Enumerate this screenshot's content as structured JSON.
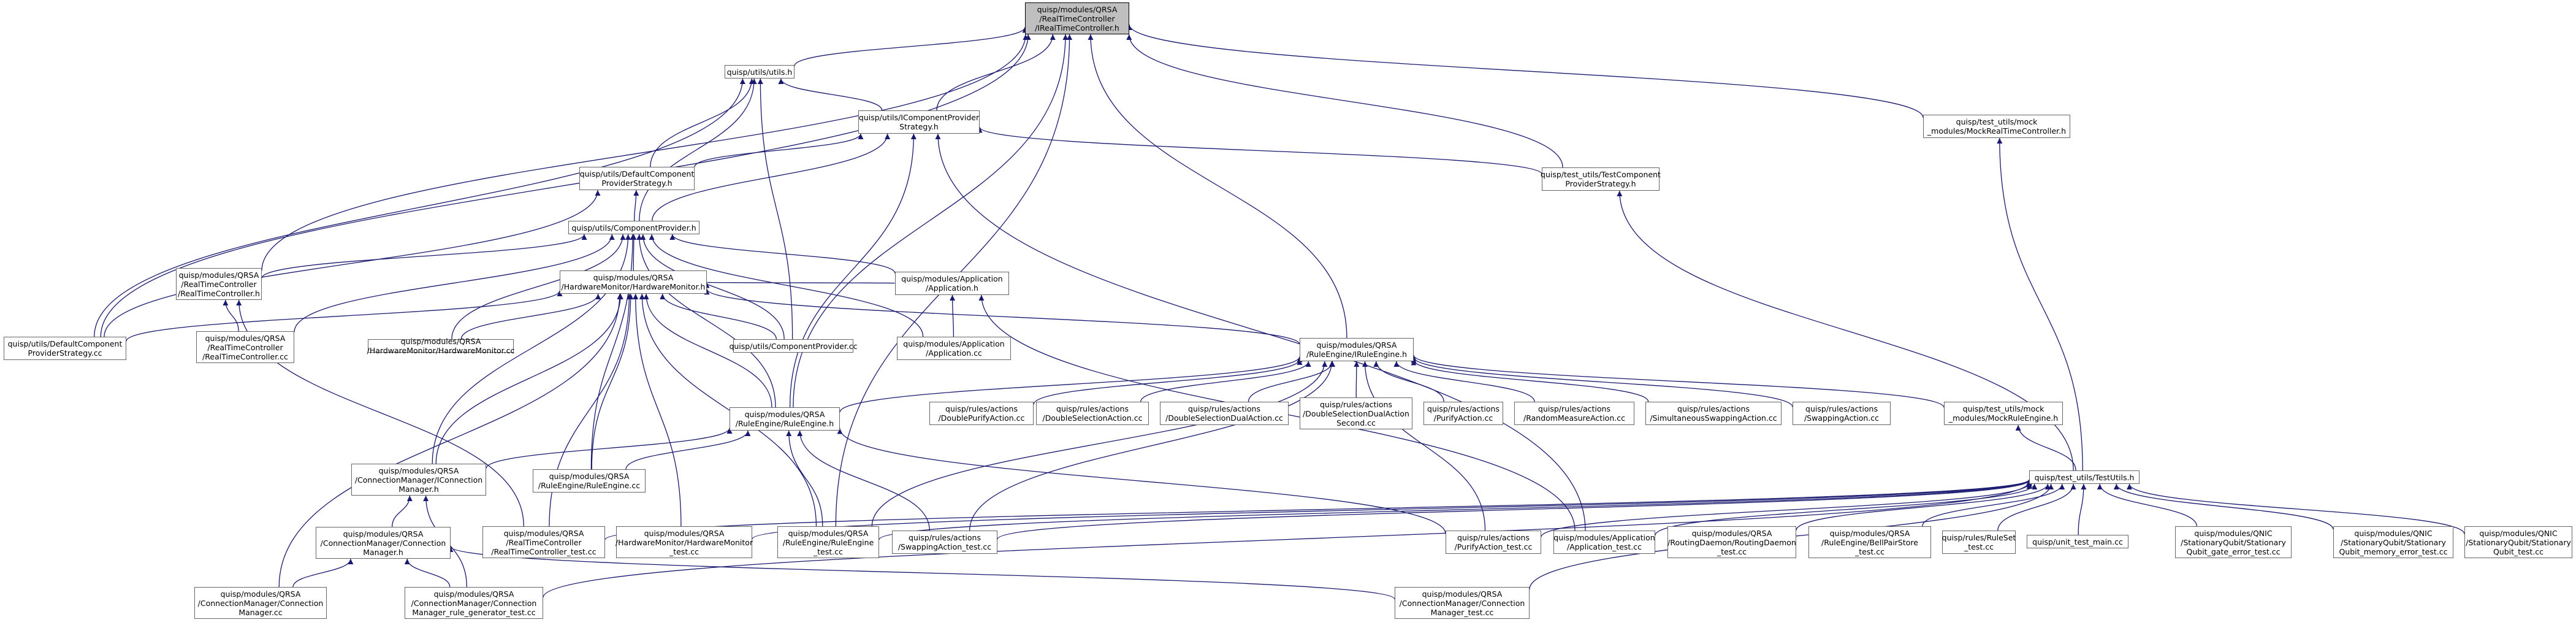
{
  "colors": {
    "edge": "#191970",
    "node_border": "#666666",
    "root_fill": "#bfbfbf"
  },
  "nodes": [
    {
      "id": "root",
      "lines": [
        "quisp/modules/QRSA",
        "/RealTimeController",
        "/IRealTimeController.h"
      ]
    },
    {
      "id": "utils_h",
      "lines": [
        "quisp/utils/utils.h"
      ]
    },
    {
      "id": "icp_strategy",
      "lines": [
        "quisp/utils/IComponentProvider",
        "Strategy.h"
      ]
    },
    {
      "id": "mock_rtc",
      "lines": [
        "quisp/test_utils/mock",
        "_modules/MockRealTimeController.h"
      ]
    },
    {
      "id": "default_strategy_h",
      "lines": [
        "quisp/utils/DefaultComponent",
        "ProviderStrategy.h"
      ]
    },
    {
      "id": "test_strategy_h",
      "lines": [
        "quisp/test_utils/TestComponent",
        "ProviderStrategy.h"
      ]
    },
    {
      "id": "component_provider_h",
      "lines": [
        "quisp/utils/ComponentProvider.h"
      ]
    },
    {
      "id": "rtc_h",
      "lines": [
        "quisp/modules/QRSA",
        "/RealTimeController",
        "/RealTimeController.h"
      ]
    },
    {
      "id": "hwmon_h",
      "lines": [
        "quisp/modules/QRSA",
        "/HardwareMonitor/HardwareMonitor.h"
      ]
    },
    {
      "id": "application_h",
      "lines": [
        "quisp/modules/Application",
        "/Application.h"
      ]
    },
    {
      "id": "default_strategy_cc",
      "lines": [
        "quisp/utils/DefaultComponent",
        "ProviderStrategy.cc"
      ]
    },
    {
      "id": "rtc_cc",
      "lines": [
        "quisp/modules/QRSA",
        "/RealTimeController",
        "/RealTimeController.cc"
      ]
    },
    {
      "id": "hwmon_cc",
      "lines": [
        "quisp/modules/QRSA",
        "/HardwareMonitor/HardwareMonitor.cc"
      ]
    },
    {
      "id": "component_provider_cc",
      "lines": [
        "quisp/utils/ComponentProvider.cc"
      ]
    },
    {
      "id": "application_cc",
      "lines": [
        "quisp/modules/Application",
        "/Application.cc"
      ]
    },
    {
      "id": "irule_engine_h",
      "lines": [
        "quisp/modules/QRSA",
        "/RuleEngine/IRuleEngine.h"
      ]
    },
    {
      "id": "rule_engine_h",
      "lines": [
        "quisp/modules/QRSA",
        "/RuleEngine/RuleEngine.h"
      ]
    },
    {
      "id": "double_purify",
      "lines": [
        "quisp/rules/actions",
        "/DoublePurifyAction.cc"
      ]
    },
    {
      "id": "double_selection",
      "lines": [
        "quisp/rules/actions",
        "/DoubleSelectionAction.cc"
      ]
    },
    {
      "id": "double_selection_dual",
      "lines": [
        "quisp/rules/actions",
        "/DoubleSelectionDualAction.cc"
      ]
    },
    {
      "id": "double_selection_dual_second",
      "lines": [
        "quisp/rules/actions",
        "/DoubleSelectionDualAction",
        "Second.cc"
      ]
    },
    {
      "id": "purify_action",
      "lines": [
        "quisp/rules/actions",
        "/PurifyAction.cc"
      ]
    },
    {
      "id": "random_measure",
      "lines": [
        "quisp/rules/actions",
        "/RandomMeasureAction.cc"
      ]
    },
    {
      "id": "simultaneous_swapping",
      "lines": [
        "quisp/rules/actions",
        "/SimultaneousSwappingAction.cc"
      ]
    },
    {
      "id": "swapping_action",
      "lines": [
        "quisp/rules/actions",
        "/SwappingAction.cc"
      ]
    },
    {
      "id": "mock_rule_engine",
      "lines": [
        "quisp/test_utils/mock",
        "_modules/MockRuleEngine.h"
      ]
    },
    {
      "id": "icm_h",
      "lines": [
        "quisp/modules/QRSA",
        "/ConnectionManager/IConnection",
        "Manager.h"
      ]
    },
    {
      "id": "rule_engine_cc",
      "lines": [
        "quisp/modules/QRSA",
        "/RuleEngine/RuleEngine.cc"
      ]
    },
    {
      "id": "test_utils_h",
      "lines": [
        "quisp/test_utils/TestUtils.h"
      ]
    },
    {
      "id": "cm_h",
      "lines": [
        "quisp/modules/QRSA",
        "/ConnectionManager/Connection",
        "Manager.h"
      ]
    },
    {
      "id": "rtc_test",
      "lines": [
        "quisp/modules/QRSA",
        "/RealTimeController",
        "/RealTimeController_test.cc"
      ]
    },
    {
      "id": "hwmon_test",
      "lines": [
        "quisp/modules/QRSA",
        "/HardwareMonitor/HardwareMonitor",
        "_test.cc"
      ]
    },
    {
      "id": "rule_engine_test",
      "lines": [
        "quisp/modules/QRSA",
        "/RuleEngine/RuleEngine",
        "_test.cc"
      ]
    },
    {
      "id": "swapping_action_test",
      "lines": [
        "quisp/rules/actions",
        "/SwappingAction_test.cc"
      ]
    },
    {
      "id": "purify_action_test",
      "lines": [
        "quisp/rules/actions",
        "/PurifyAction_test.cc"
      ]
    },
    {
      "id": "application_test",
      "lines": [
        "quisp/modules/Application",
        "/Application_test.cc"
      ]
    },
    {
      "id": "routing_daemon_test",
      "lines": [
        "quisp/modules/QRSA",
        "/RoutingDaemon/RoutingDaemon",
        "_test.cc"
      ]
    },
    {
      "id": "bellpair_store_test",
      "lines": [
        "quisp/modules/QRSA",
        "/RuleEngine/BellPairStore",
        "_test.cc"
      ]
    },
    {
      "id": "ruleset_test",
      "lines": [
        "quisp/rules/RuleSet",
        "_test.cc"
      ]
    },
    {
      "id": "unit_test_main",
      "lines": [
        "quisp/unit_test_main.cc"
      ]
    },
    {
      "id": "gate_error_test",
      "lines": [
        "quisp/modules/QNIC",
        "/StationaryQubit/Stationary",
        "Qubit_gate_error_test.cc"
      ]
    },
    {
      "id": "memory_error_test",
      "lines": [
        "quisp/modules/QNIC",
        "/StationaryQubit/Stationary",
        "Qubit_memory_error_test.cc"
      ]
    },
    {
      "id": "sq_test",
      "lines": [
        "quisp/modules/QNIC",
        "/StationaryQubit/Stationary",
        "Qubit_test.cc"
      ]
    },
    {
      "id": "cm_cc",
      "lines": [
        "quisp/modules/QRSA",
        "/ConnectionManager/Connection",
        "Manager.cc"
      ]
    },
    {
      "id": "cm_rule_gen_test",
      "lines": [
        "quisp/modules/QRSA",
        "/ConnectionManager/Connection",
        "Manager_rule_generator_test.cc"
      ]
    },
    {
      "id": "cm_test",
      "lines": [
        "quisp/modules/QRSA",
        "/ConnectionManager/Connection",
        "Manager_test.cc"
      ]
    }
  ],
  "edges": [
    [
      "utils_h",
      "root"
    ],
    [
      "icp_strategy",
      "root"
    ],
    [
      "mock_rtc",
      "root"
    ],
    [
      "test_strategy_h",
      "root"
    ],
    [
      "default_strategy_cc",
      "root"
    ],
    [
      "rtc_h",
      "root"
    ],
    [
      "irule_engine_h",
      "root"
    ],
    [
      "rule_engine_h",
      "root"
    ],
    [
      "rule_engine_test",
      "root"
    ],
    [
      "icp_strategy",
      "utils_h"
    ],
    [
      "default_strategy_h",
      "utils_h"
    ],
    [
      "component_provider_h",
      "utils_h"
    ],
    [
      "component_provider_cc",
      "utils_h"
    ],
    [
      "default_strategy_cc",
      "utils_h"
    ],
    [
      "default_strategy_h",
      "icp_strategy"
    ],
    [
      "test_strategy_h",
      "icp_strategy"
    ],
    [
      "component_provider_h",
      "icp_strategy"
    ],
    [
      "rule_engine_h",
      "icp_strategy"
    ],
    [
      "application_test",
      "icp_strategy"
    ],
    [
      "component_provider_h",
      "default_strategy_h"
    ],
    [
      "default_strategy_cc",
      "default_strategy_h"
    ],
    [
      "test_utils_h",
      "test_strategy_h"
    ],
    [
      "test_utils_h",
      "mock_rtc"
    ],
    [
      "rtc_h",
      "component_provider_h"
    ],
    [
      "hwmon_h",
      "component_provider_h"
    ],
    [
      "application_h",
      "component_provider_h"
    ],
    [
      "rtc_cc",
      "component_provider_h"
    ],
    [
      "hwmon_cc",
      "component_provider_h"
    ],
    [
      "component_provider_cc",
      "component_provider_h"
    ],
    [
      "application_cc",
      "component_provider_h"
    ],
    [
      "rule_engine_h",
      "component_provider_h"
    ],
    [
      "icm_h",
      "component_provider_h"
    ],
    [
      "rule_engine_cc",
      "component_provider_h"
    ],
    [
      "rtc_cc",
      "rtc_h"
    ],
    [
      "rtc_test",
      "rtc_h"
    ],
    [
      "default_strategy_cc",
      "hwmon_h"
    ],
    [
      "hwmon_cc",
      "hwmon_h"
    ],
    [
      "component_provider_cc",
      "hwmon_h"
    ],
    [
      "rule_engine_h",
      "hwmon_h"
    ],
    [
      "icm_h",
      "hwmon_h"
    ],
    [
      "rule_engine_cc",
      "hwmon_h"
    ],
    [
      "hwmon_test",
      "hwmon_h"
    ],
    [
      "rule_engine_test",
      "hwmon_h"
    ],
    [
      "rtc_test",
      "hwmon_h"
    ],
    [
      "cm_cc",
      "hwmon_h"
    ],
    [
      "application_h",
      "hwmon_h"
    ],
    [
      "application_cc",
      "application_h"
    ],
    [
      "application_test",
      "application_h"
    ],
    [
      "irule_engine_h",
      "hwmon_h"
    ],
    [
      "rule_engine_h",
      "irule_engine_h"
    ],
    [
      "double_purify",
      "irule_engine_h"
    ],
    [
      "double_selection",
      "irule_engine_h"
    ],
    [
      "double_selection_dual",
      "irule_engine_h"
    ],
    [
      "double_selection_dual_second",
      "irule_engine_h"
    ],
    [
      "purify_action",
      "irule_engine_h"
    ],
    [
      "random_measure",
      "irule_engine_h"
    ],
    [
      "simultaneous_swapping",
      "irule_engine_h"
    ],
    [
      "swapping_action",
      "irule_engine_h"
    ],
    [
      "mock_rule_engine",
      "irule_engine_h"
    ],
    [
      "swapping_action_test",
      "irule_engine_h"
    ],
    [
      "purify_action_test",
      "irule_engine_h"
    ],
    [
      "rule_engine_test",
      "irule_engine_h"
    ],
    [
      "icm_h",
      "rule_engine_h"
    ],
    [
      "rule_engine_cc",
      "rule_engine_h"
    ],
    [
      "rule_engine_test",
      "rule_engine_h"
    ],
    [
      "swapping_action_test",
      "rule_engine_h"
    ],
    [
      "purify_action_test",
      "rule_engine_h"
    ],
    [
      "test_utils_h",
      "mock_rule_engine"
    ],
    [
      "cm_h",
      "icm_h"
    ],
    [
      "cm_rule_gen_test",
      "icm_h"
    ],
    [
      "cm_cc",
      "cm_h"
    ],
    [
      "cm_rule_gen_test",
      "cm_h"
    ],
    [
      "cm_test",
      "cm_h"
    ],
    [
      "rtc_test",
      "test_utils_h"
    ],
    [
      "hwmon_test",
      "test_utils_h"
    ],
    [
      "rule_engine_test",
      "test_utils_h"
    ],
    [
      "swapping_action_test",
      "test_utils_h"
    ],
    [
      "purify_action_test",
      "test_utils_h"
    ],
    [
      "application_test",
      "test_utils_h"
    ],
    [
      "routing_daemon_test",
      "test_utils_h"
    ],
    [
      "bellpair_store_test",
      "test_utils_h"
    ],
    [
      "ruleset_test",
      "test_utils_h"
    ],
    [
      "unit_test_main",
      "test_utils_h"
    ],
    [
      "gate_error_test",
      "test_utils_h"
    ],
    [
      "memory_error_test",
      "test_utils_h"
    ],
    [
      "sq_test",
      "test_utils_h"
    ],
    [
      "cm_rule_gen_test",
      "test_utils_h"
    ],
    [
      "cm_test",
      "test_utils_h"
    ]
  ]
}
